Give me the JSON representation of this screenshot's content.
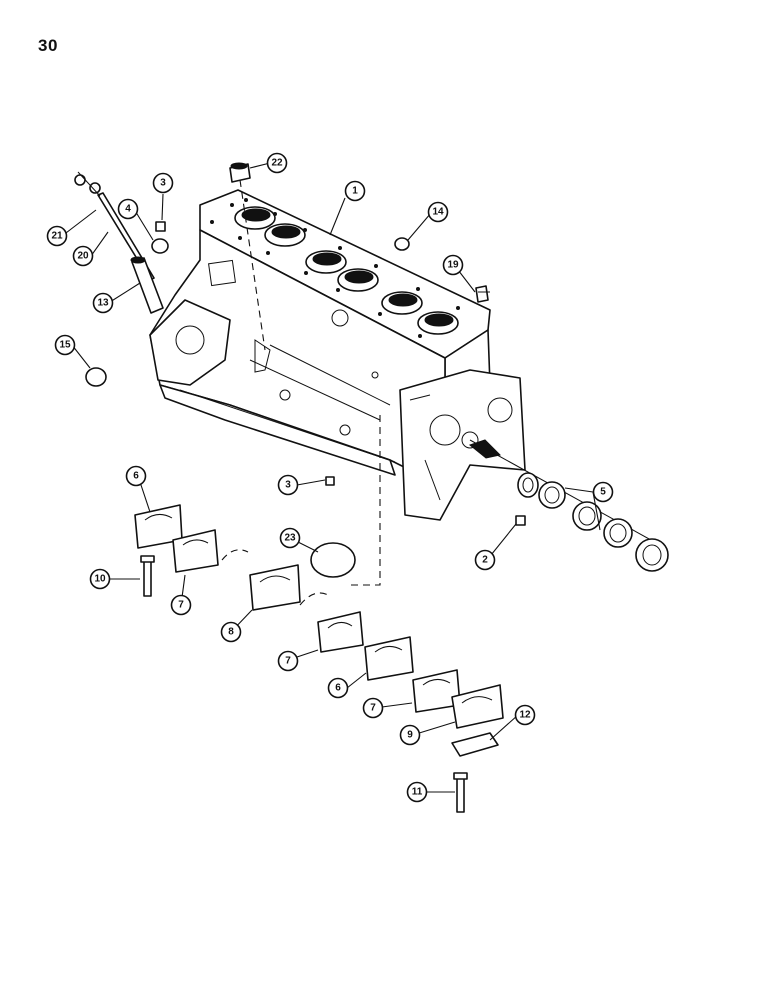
{
  "page": {
    "number": "30"
  },
  "callouts": [
    {
      "id": "1",
      "label": "1"
    },
    {
      "id": "2",
      "label": "2"
    },
    {
      "id": "3a",
      "label": "3"
    },
    {
      "id": "3b",
      "label": "3"
    },
    {
      "id": "4",
      "label": "4"
    },
    {
      "id": "5",
      "label": "5"
    },
    {
      "id": "6a",
      "label": "6"
    },
    {
      "id": "6b",
      "label": "6"
    },
    {
      "id": "7a",
      "label": "7"
    },
    {
      "id": "7b",
      "label": "7"
    },
    {
      "id": "7c",
      "label": "7"
    },
    {
      "id": "8",
      "label": "8"
    },
    {
      "id": "9",
      "label": "9"
    },
    {
      "id": "10",
      "label": "10"
    },
    {
      "id": "11",
      "label": "11"
    },
    {
      "id": "12",
      "label": "12"
    },
    {
      "id": "13",
      "label": "13"
    },
    {
      "id": "14",
      "label": "14"
    },
    {
      "id": "15",
      "label": "15"
    },
    {
      "id": "19",
      "label": "19"
    },
    {
      "id": "20",
      "label": "20"
    },
    {
      "id": "21",
      "label": "21"
    },
    {
      "id": "22",
      "label": "22"
    },
    {
      "id": "23",
      "label": "23"
    }
  ]
}
